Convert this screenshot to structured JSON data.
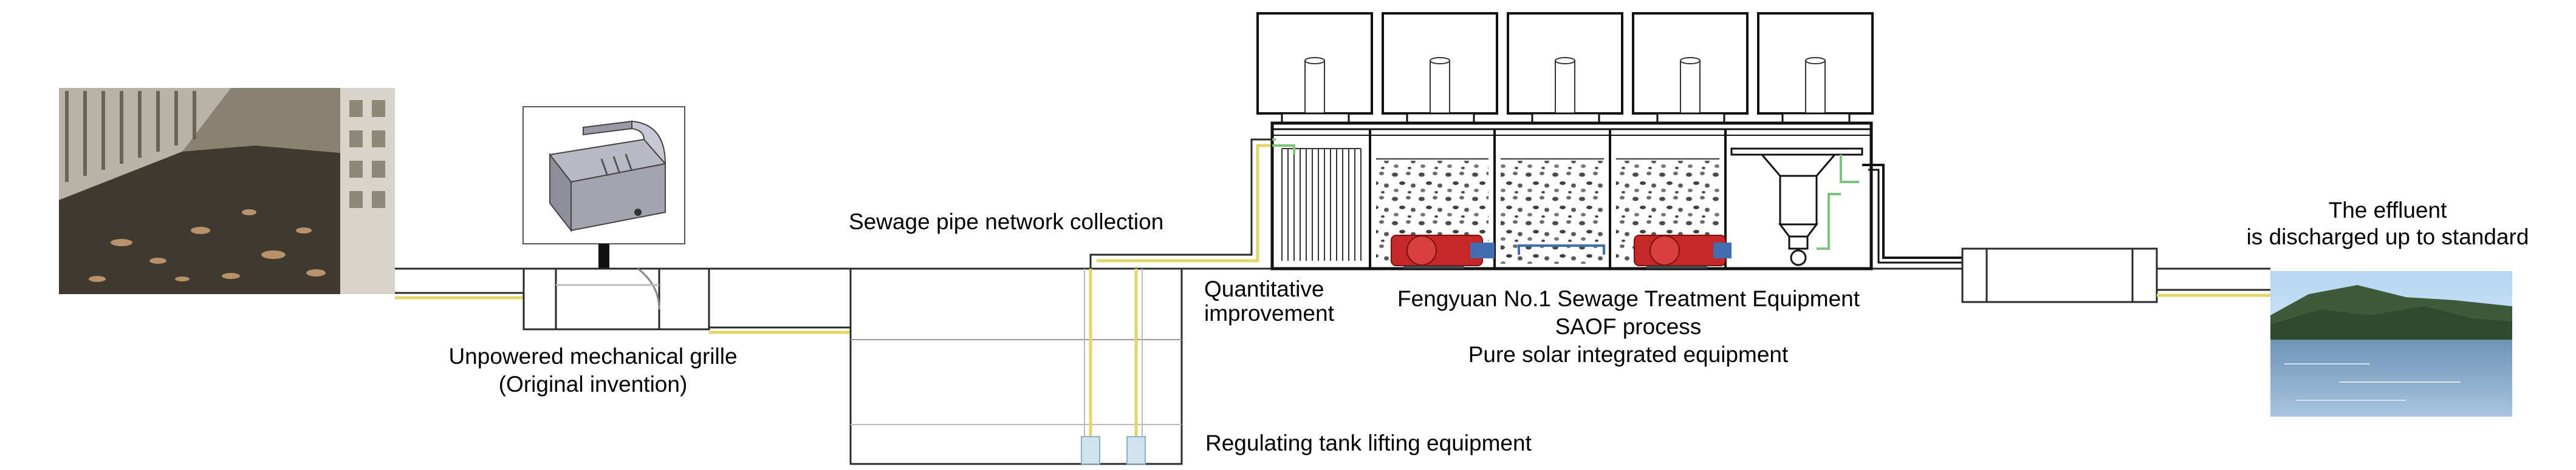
{
  "labels": {
    "grille_line1": "Unpowered mechanical grille",
    "grille_line2": "(Original invention)",
    "pipe_network": "Sewage pipe network collection",
    "quant_line1": "Quantitative",
    "quant_line2": "improvement",
    "equipment_line1": "Fengyuan No.1 Sewage Treatment Equipment",
    "equipment_line2": "SAOF process",
    "equipment_line3": "Pure solar integrated equipment",
    "regulating_tank": "Regulating tank lifting equipment",
    "effluent_line1": "The effluent",
    "effluent_line2": "is discharged up to standard"
  },
  "colors": {
    "outline": "#2a2a2a",
    "pipe_yellow": "#e2d56a",
    "pipe_green": "#7cc47c",
    "pump_red": "#c62828",
    "pump_blue": "#3f6fb0",
    "water_blue": "#a9c4df"
  },
  "icons": {
    "canal_photo": "polluted-canal-image",
    "grille_model": "mechanical-grille-3d-image",
    "river_photo": "clean-river-image",
    "pump": "centrifugal-pump-icon",
    "solar_panel": "solar-panel-icon"
  }
}
